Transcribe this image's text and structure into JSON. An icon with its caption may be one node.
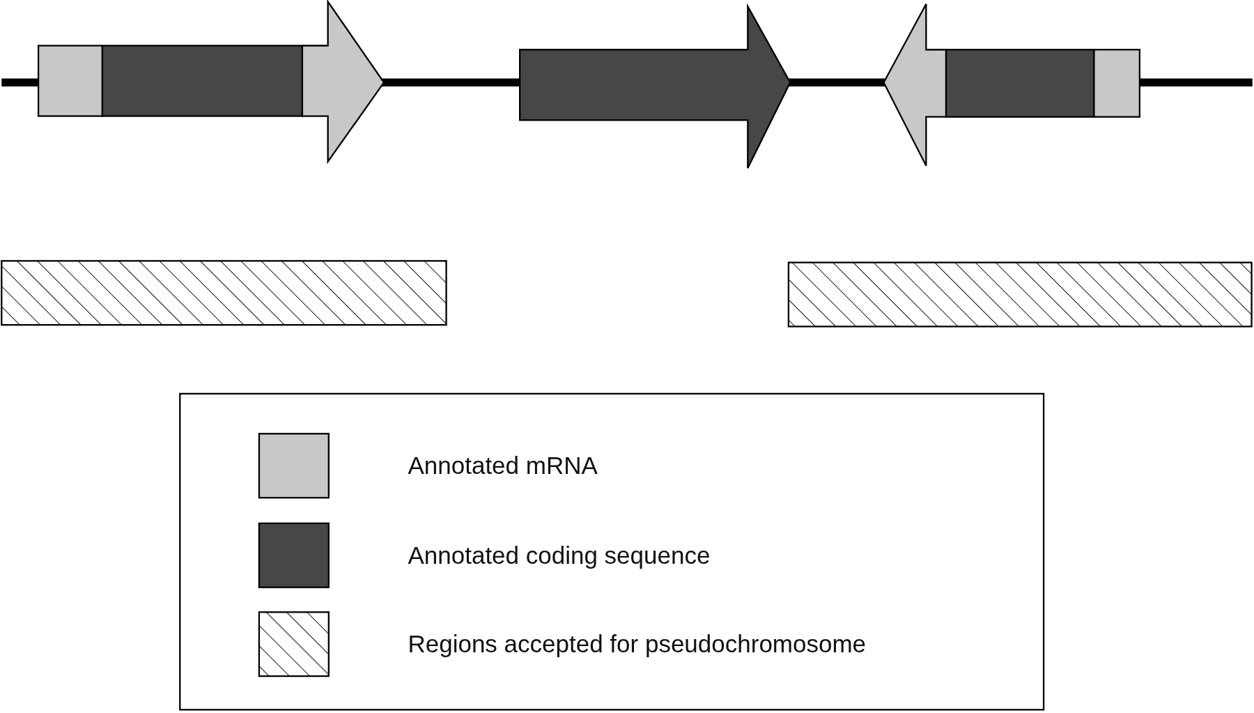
{
  "diagram": {
    "legend": [
      {
        "text": "Annotated mRNA",
        "color": "#c8c8c8"
      },
      {
        "text": "Annotated coding sequence",
        "color": "#474747"
      },
      {
        "text": "Regions accepted for pseudochromosome"
      }
    ]
  }
}
